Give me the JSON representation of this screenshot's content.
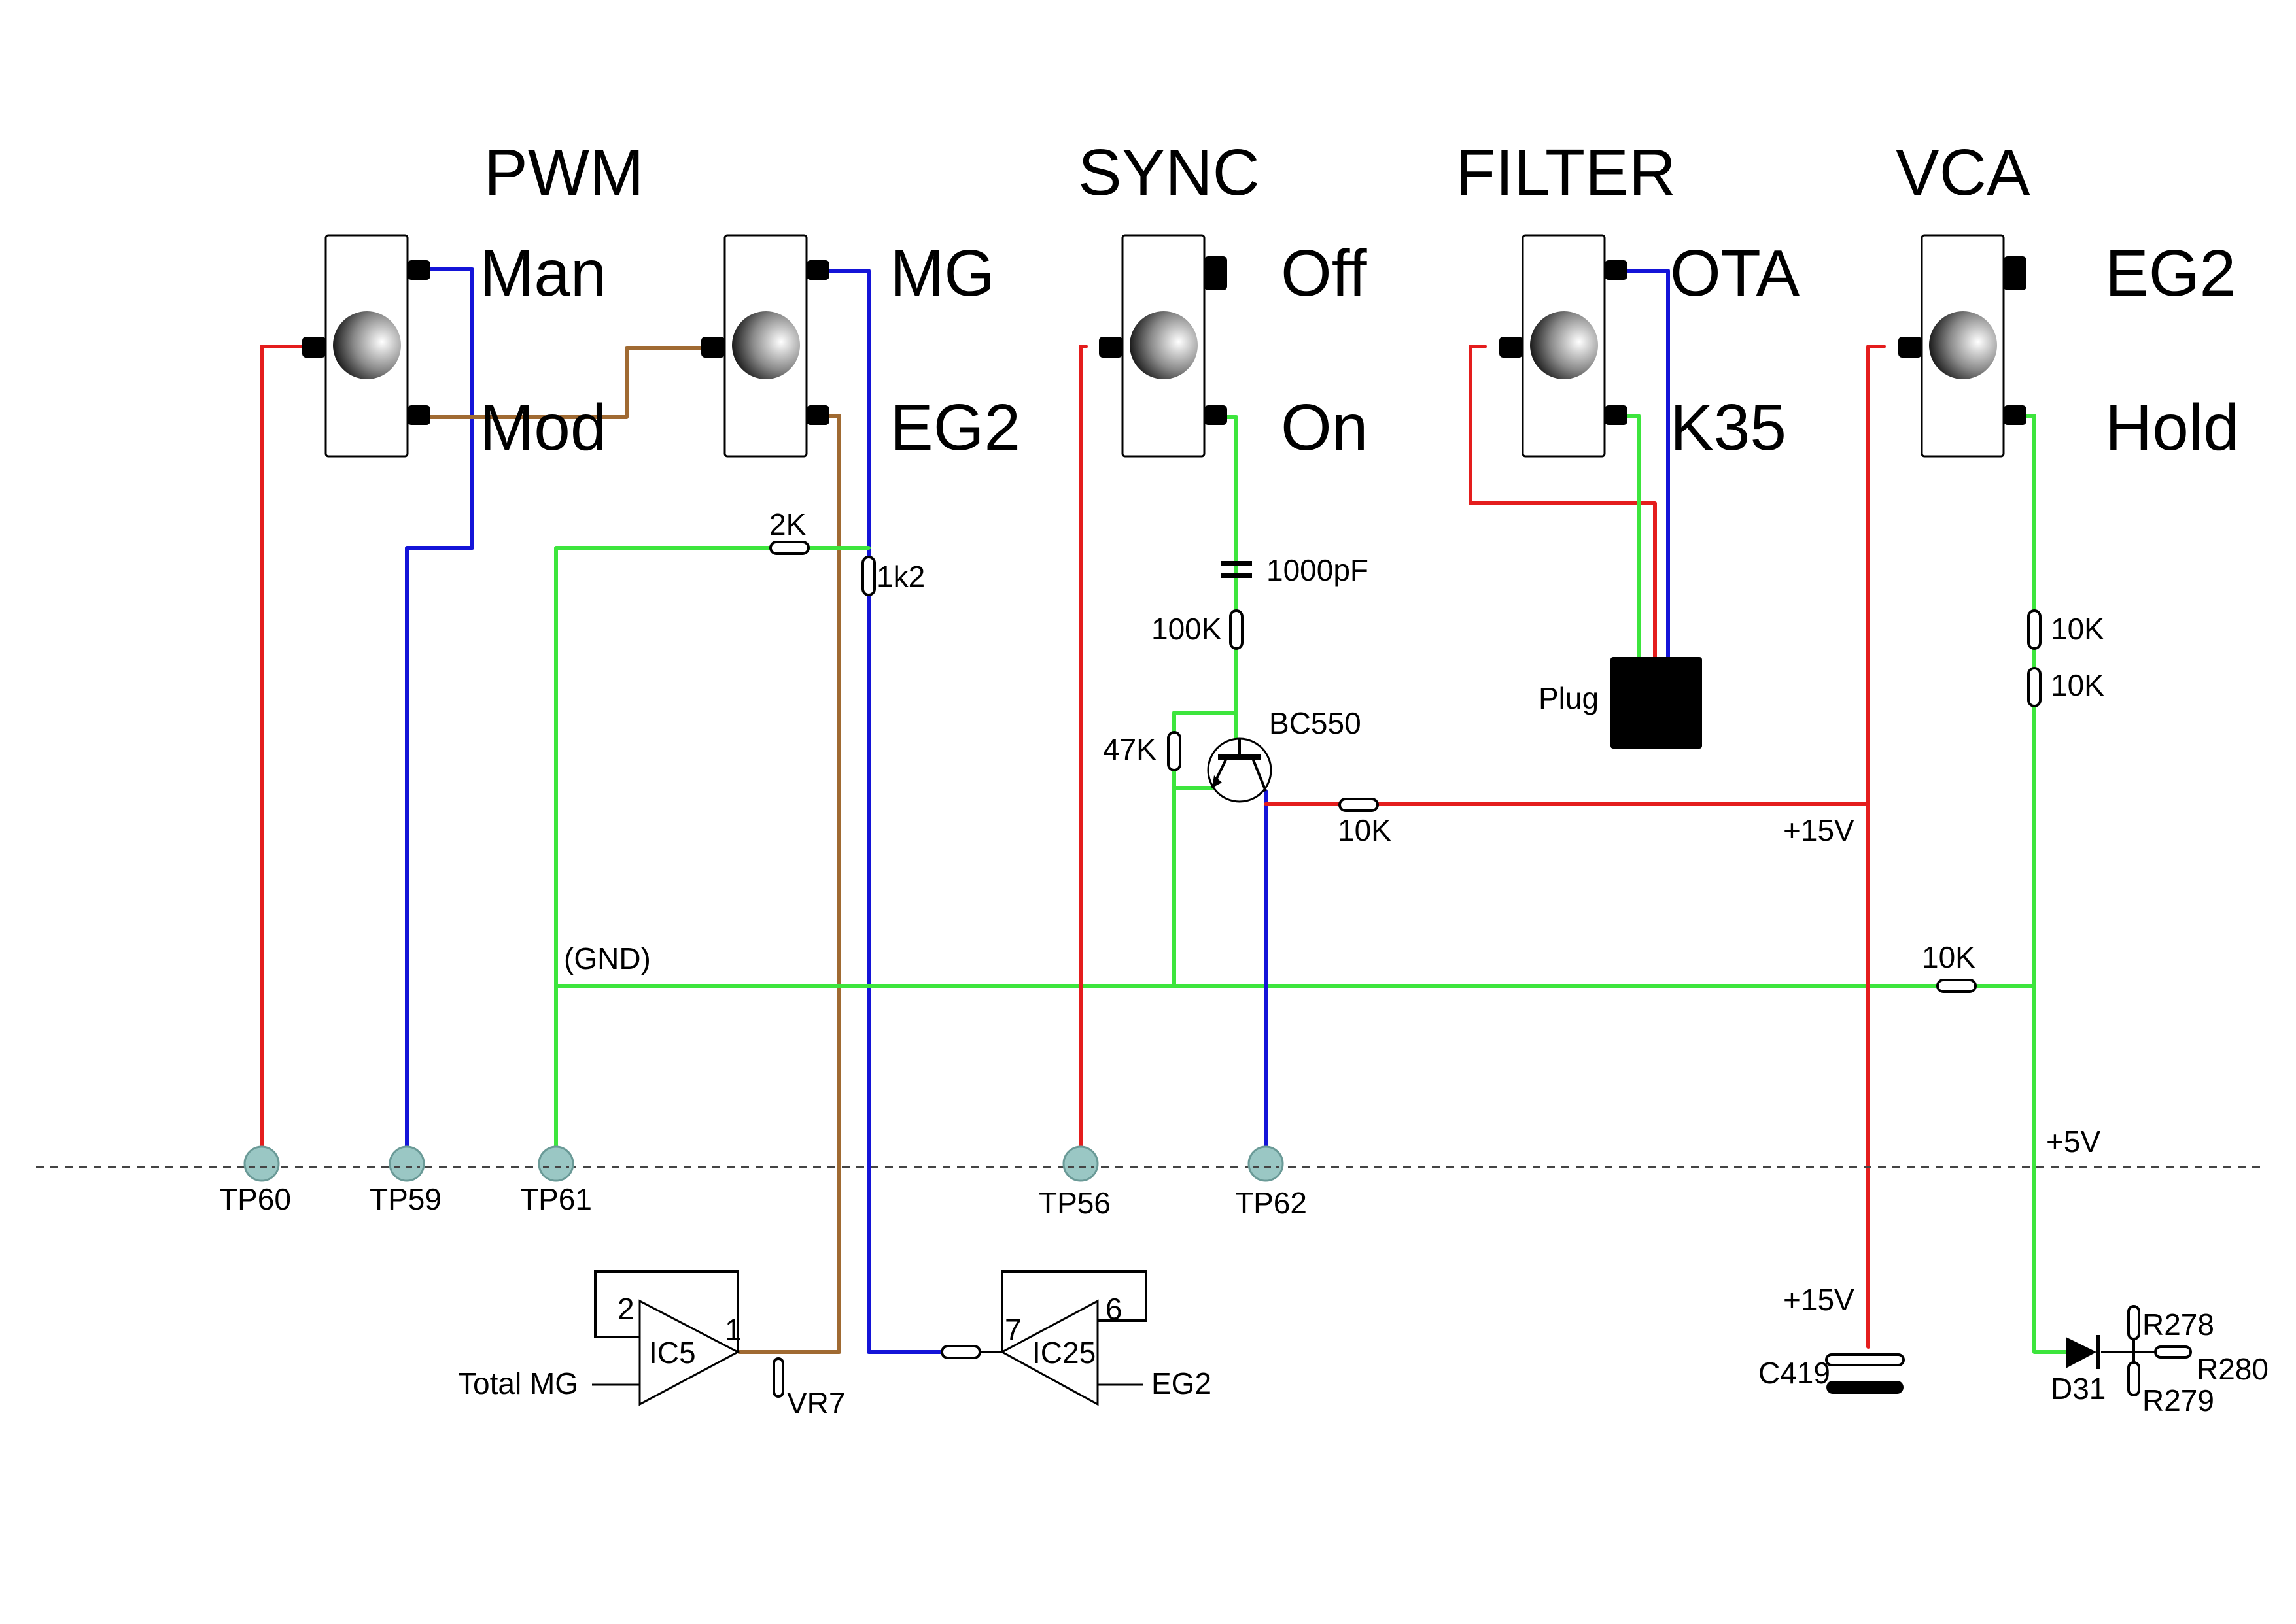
{
  "switches": [
    {
      "title": "PWM",
      "top": "Man",
      "bottom": "Mod"
    },
    {
      "title": "",
      "top": "MG",
      "bottom": "EG2"
    },
    {
      "title": "SYNC",
      "top": "Off",
      "bottom": "On"
    },
    {
      "title": "FILTER",
      "top": "OTA",
      "bottom": "K35"
    },
    {
      "title": "VCA",
      "top": "EG2",
      "bottom": "Hold"
    }
  ],
  "components": {
    "r_2k": "2K",
    "r_1k2": "1k2",
    "c_1000pf": "1000pF",
    "r_100k": "100K",
    "r_47k": "47K",
    "q_bc550": "BC550",
    "r_10k_emitter": "10K",
    "plug": "Plug",
    "r_10k_a": "10K",
    "r_10k_b": "10K",
    "r_10k_gnd": "10K",
    "gnd": "(GND)",
    "v15_upper": "+15V",
    "v15_lower": "+15V",
    "v5": "+5V",
    "c419": "C419",
    "d31": "D31",
    "r278": "R278",
    "r279": "R279",
    "r280": "R280",
    "vr7": "VR7"
  },
  "test_points": [
    "TP60",
    "TP59",
    "TP61",
    "TP56",
    "TP62"
  ],
  "ic5": {
    "name": "IC5",
    "pin_in": "2",
    "pin_out": "1",
    "input_label": "Total MG"
  },
  "ic25": {
    "name": "IC25",
    "pin_in": "7",
    "pin_out": "6",
    "output_label": "EG2"
  },
  "colors": {
    "red": "#e41d1d",
    "blue": "#1414d8",
    "green": "#3de53d",
    "brown": "#a06a32",
    "test_point": "#9ac7c4"
  }
}
